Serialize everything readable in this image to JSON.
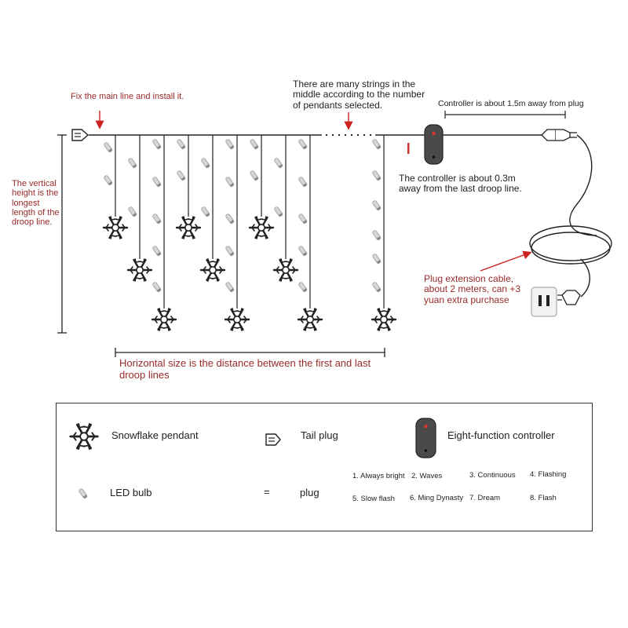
{
  "annotations": {
    "main_line": "Fix the main line and install it.",
    "middle_strings": "There are many strings in the middle according to the number of pendants selected.",
    "controller_plug": "Controller is about 1.5m away from plug",
    "controller_droop": "The controller is about 0.3m away from the last droop line.",
    "vertical_height": "The vertical height is the longest length of the droop line.",
    "horizontal_size": "Horizontal size is the distance between the first and last droop lines",
    "extension_cable": "Plug extension cable, about 2 meters, can +3 yuan extra purchase"
  },
  "legend": {
    "snowflake": "Snowflake pendant",
    "tail_plug": "Tail plug",
    "controller": "Eight-function controller",
    "led_bulb": "LED bulb",
    "equals": "=",
    "plug": "plug",
    "modes": [
      "1. Always bright",
      "2. Waves",
      "3. Continuous",
      "4. Flashing",
      "5. Slow flash",
      "6. Ming Dynasty",
      "7. Dream",
      "8. Flash"
    ]
  },
  "colors": {
    "annotation_red": "#9a2a2a",
    "arrow_red": "#cc2222",
    "line": "#222222",
    "controller_body": "#444444",
    "bulb": "#cfcfcf"
  }
}
